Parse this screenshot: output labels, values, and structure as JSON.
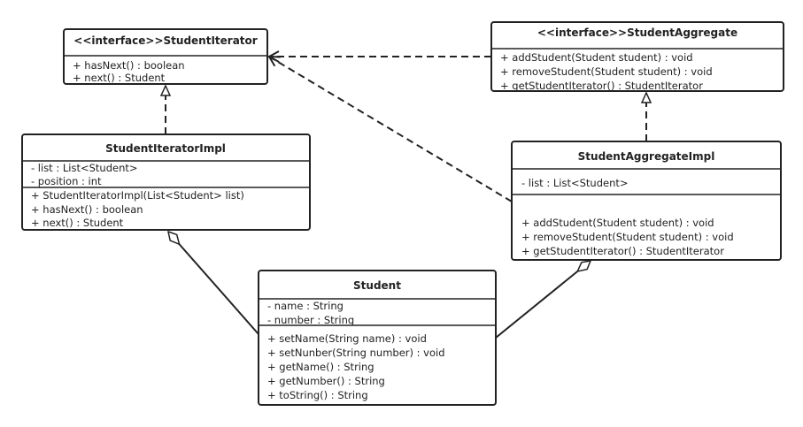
{
  "classes": {
    "student_iterator": {
      "title": "<<interface>>StudentIterator",
      "fields": [],
      "methods": [
        "+ hasNext()   : boolean",
        "+ next() : Student"
      ]
    },
    "student_aggregate": {
      "title": "<<interface>>StudentAggregate",
      "fields": [],
      "methods": [
        "+ addStudent(Student student) : void",
        "+ removeStudent(Student student) : void",
        "+ getStudentIterator() : StudentIterator"
      ]
    },
    "student_iterator_impl": {
      "title": "StudentIteratorImpl",
      "fields": [
        "- list : List<Student>",
        "- position : int"
      ],
      "methods": [
        "+ StudentIteratorImpl(List<Student> list)",
        "+ hasNext()   : boolean",
        "+ next() : Student"
      ]
    },
    "student_aggregate_impl": {
      "title": "StudentAggregateImpl",
      "fields": [
        "- list : List<Student>"
      ],
      "methods": [
        "+ addStudent(Student student) : void",
        "+ removeStudent(Student student) : void",
        "+ getStudentIterator() : StudentIterator"
      ]
    },
    "student": {
      "title": "Student",
      "fields": [
        "- name : String",
        "- number : String"
      ],
      "methods": [
        "+ setName(String name) : void",
        "+ setNunber(String number) : void",
        "+ getName() : String",
        "+ getNumber() : String",
        "+ toString() : String"
      ]
    }
  },
  "relations": [
    {
      "type": "dependency",
      "from": "StudentAggregate",
      "to": "StudentIterator"
    },
    {
      "type": "dependency",
      "from": "StudentAggregateImpl",
      "to": "StudentIterator"
    },
    {
      "type": "realization",
      "from": "StudentIteratorImpl",
      "to": "StudentIterator"
    },
    {
      "type": "realization",
      "from": "StudentAggregateImpl",
      "to": "StudentAggregate"
    },
    {
      "type": "aggregation",
      "from": "Student",
      "to": "StudentIteratorImpl"
    },
    {
      "type": "aggregation",
      "from": "Student",
      "to": "StudentAggregateImpl"
    }
  ]
}
